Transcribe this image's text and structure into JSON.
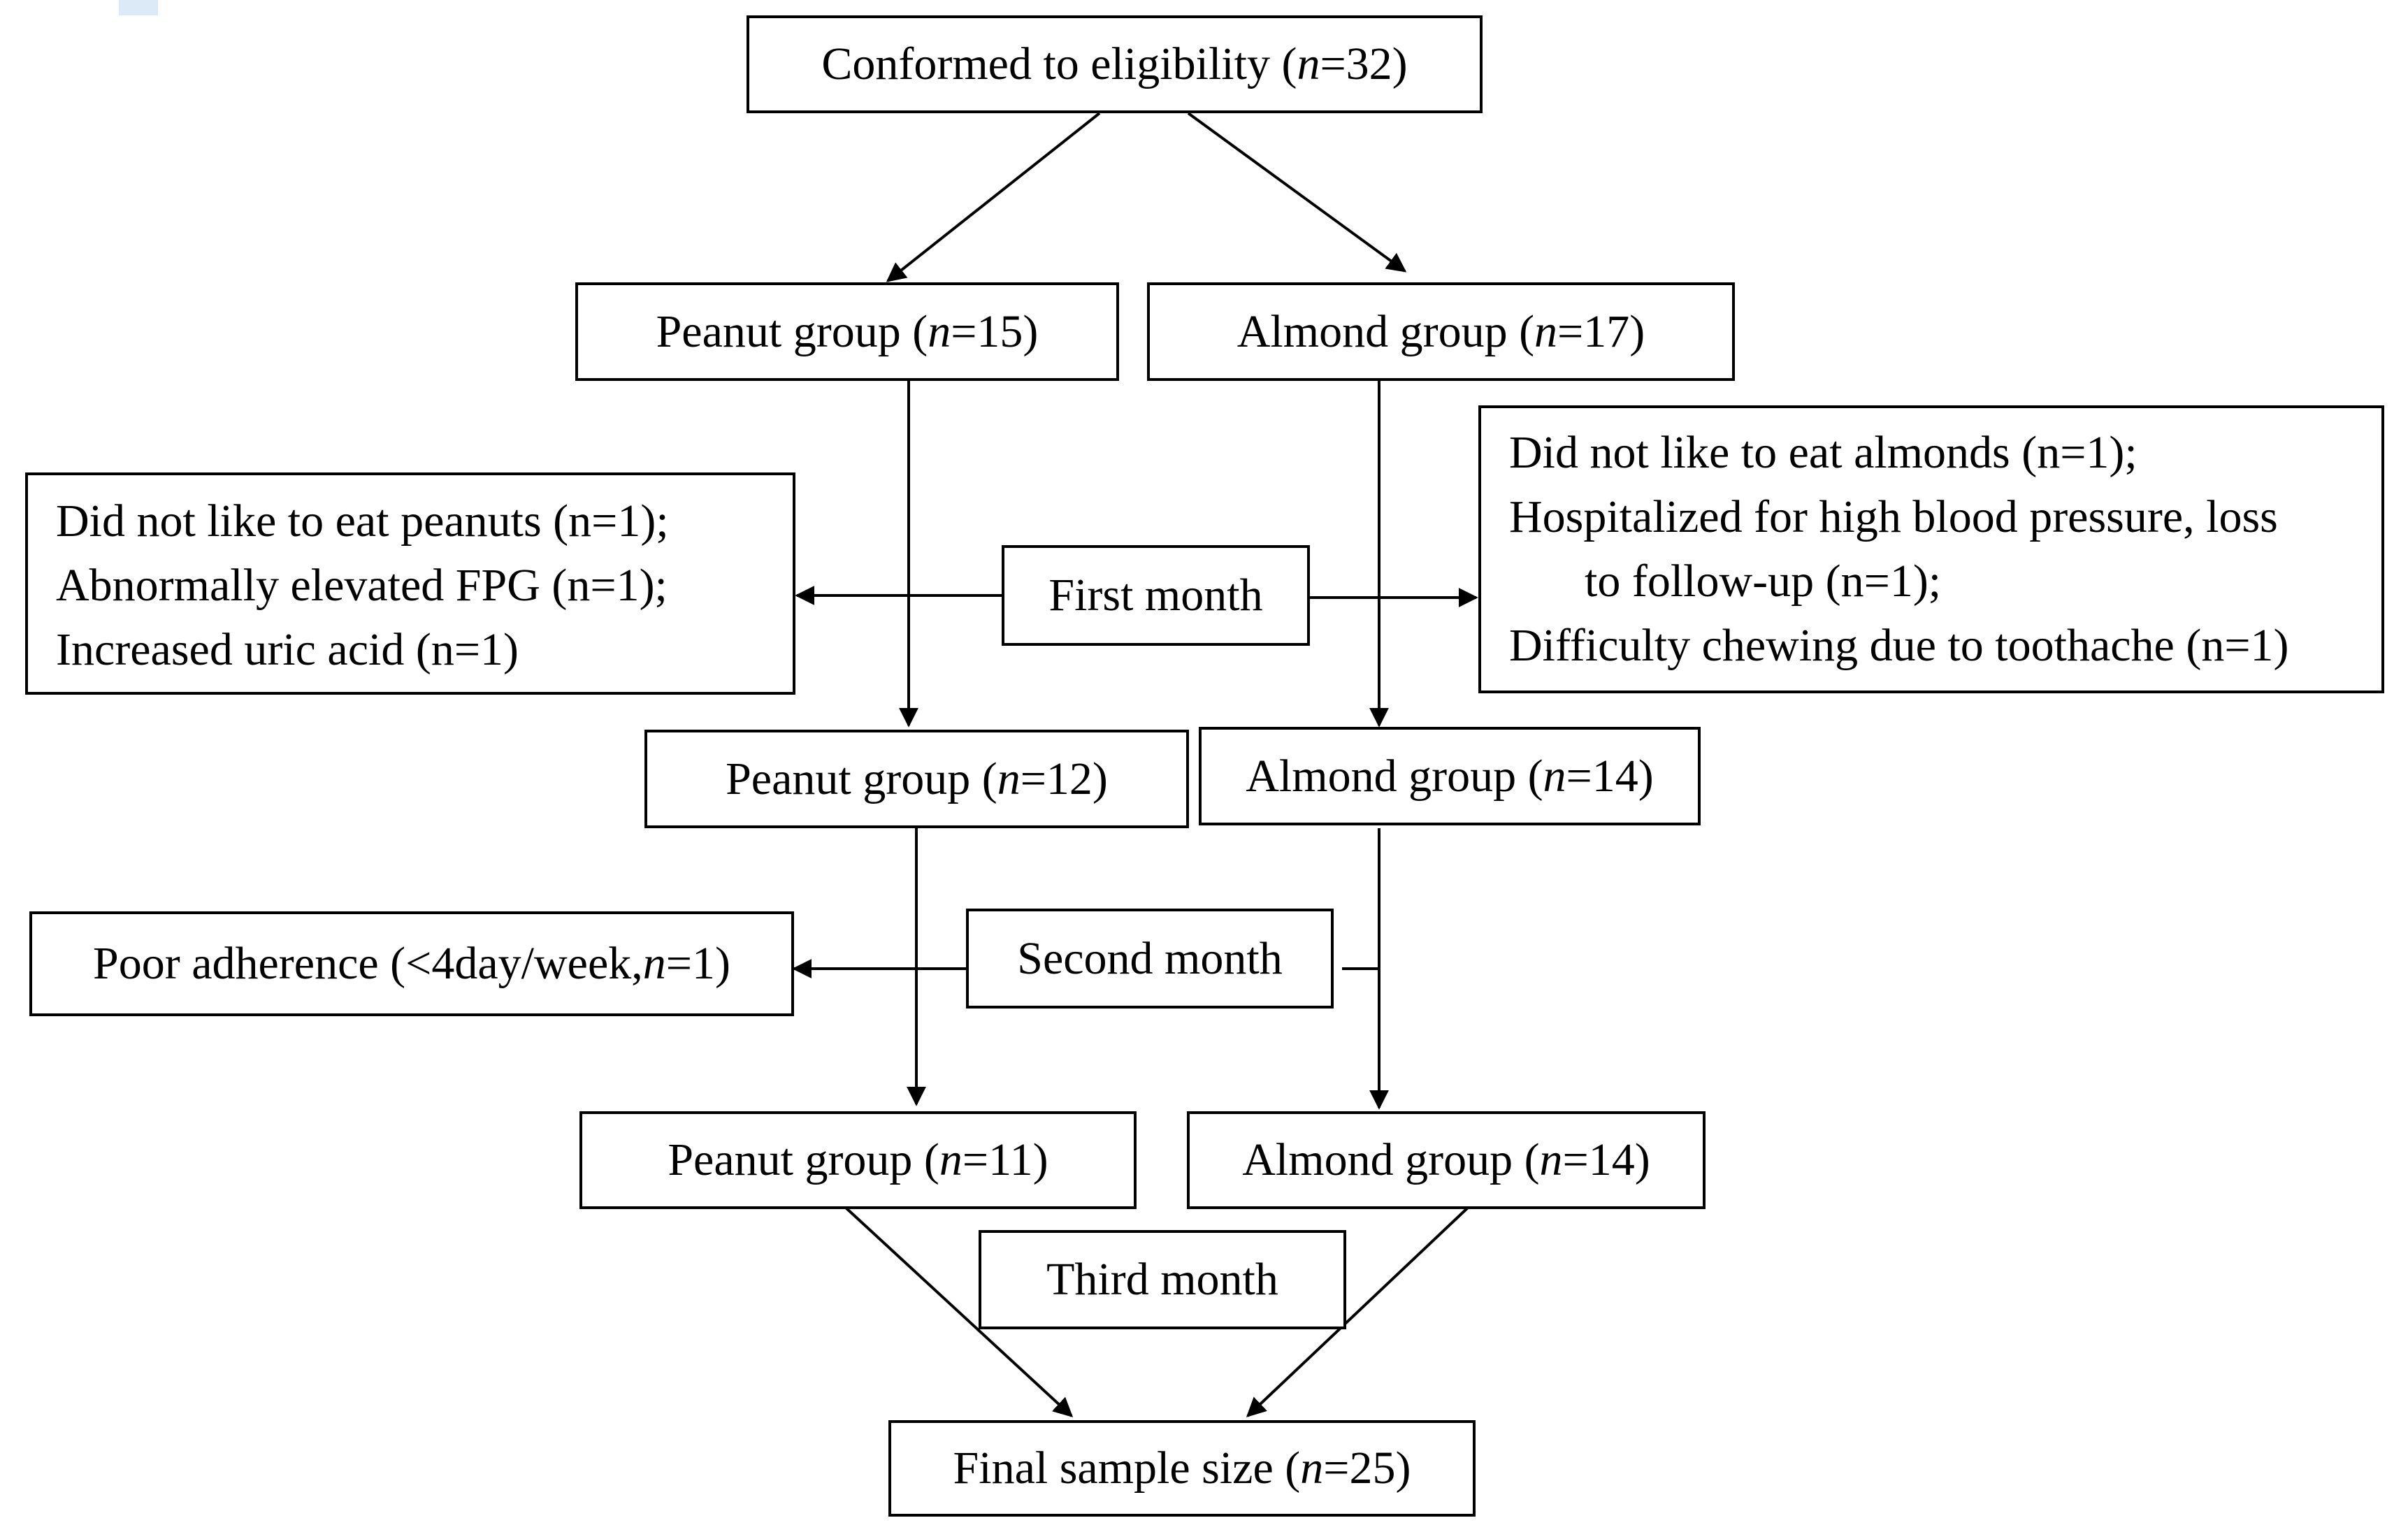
{
  "boxes": {
    "eligibility": {
      "pre": "Conformed to eligibility (",
      "n": "n",
      "post": "=32)"
    },
    "peanut1": {
      "pre": "Peanut group (",
      "n": "n",
      "post": "=15)"
    },
    "almond1": {
      "pre": "Almond group (",
      "n": "n",
      "post": "=17)"
    },
    "first_month": "First month",
    "peanut_excl1": [
      "Did not like to eat peanuts (n=1);",
      "Abnormally elevated FPG (n=1);",
      "Increased uric acid (n=1)"
    ],
    "almond_excl1": [
      "Did not like to eat almonds (n=1);",
      "Hospitalized for high blood pressure, loss",
      "to follow-up (n=1);",
      "Difficulty chewing due to toothache (n=1)"
    ],
    "peanut2": {
      "pre": "Peanut group (",
      "n": "n",
      "post": "=12)"
    },
    "almond2": {
      "pre": "Almond group (",
      "n": "n",
      "post": "=14)"
    },
    "second_month": "Second month",
    "peanut_excl2": {
      "pre": "Poor adherence (<4day/week, ",
      "n": "n",
      "post": "=1)"
    },
    "peanut3": {
      "pre": "Peanut group (",
      "n": "n",
      "post": "=11)"
    },
    "almond3": {
      "pre": "Almond group (",
      "n": "n",
      "post": "=14)"
    },
    "third_month": "Third month",
    "final": {
      "pre": "Final sample size (",
      "n": "n",
      "post": "=25)"
    }
  }
}
